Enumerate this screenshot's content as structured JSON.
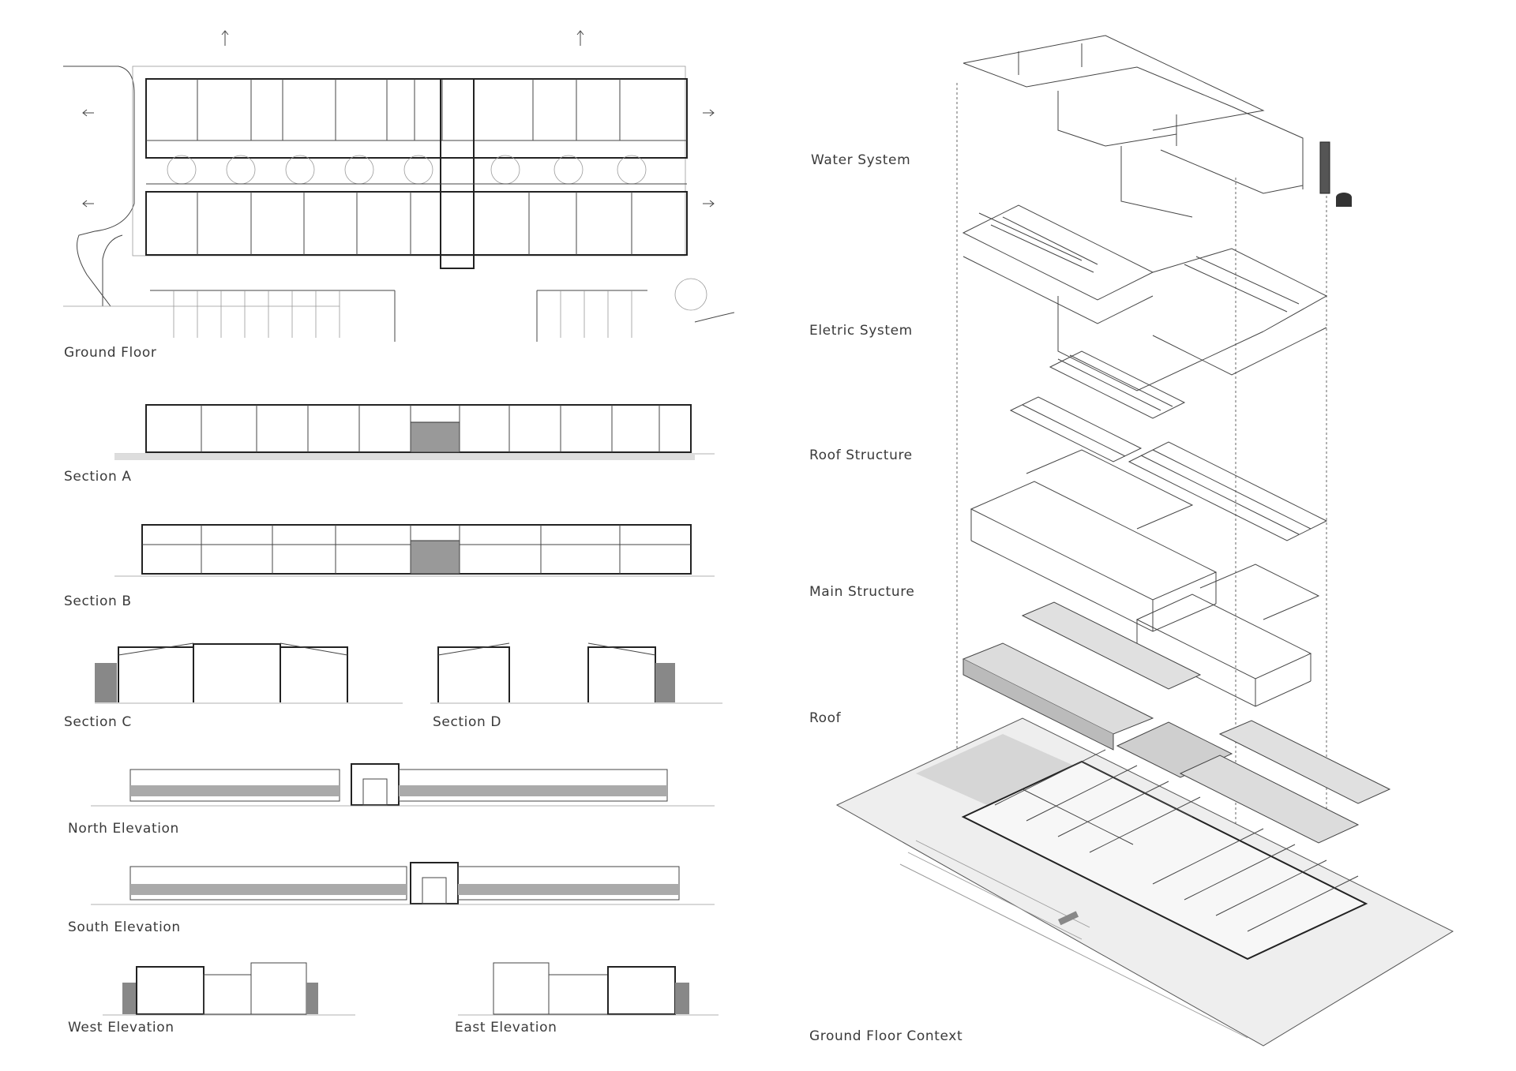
{
  "labels": {
    "ground_floor": "Ground Floor",
    "section_a": "Section A",
    "section_b": "Section B",
    "section_c": "Section C",
    "section_d": "Section D",
    "north_elevation": "North Elevation",
    "south_elevation": "South Elevation",
    "west_elevation": "West Elevation",
    "east_elevation": "East Elevation",
    "water_system": "Water System",
    "electric_system": "Eletric System",
    "roof_structure": "Roof Structure",
    "main_structure": "Main Structure",
    "roof": "Roof",
    "ground_floor_context": "Ground Floor Context"
  },
  "colors": {
    "line": "#444444",
    "label": "#3a3a3a",
    "hatch": "#777777",
    "roof_fill": "#dcdcdc",
    "ground_fill": "#eeeeee"
  }
}
